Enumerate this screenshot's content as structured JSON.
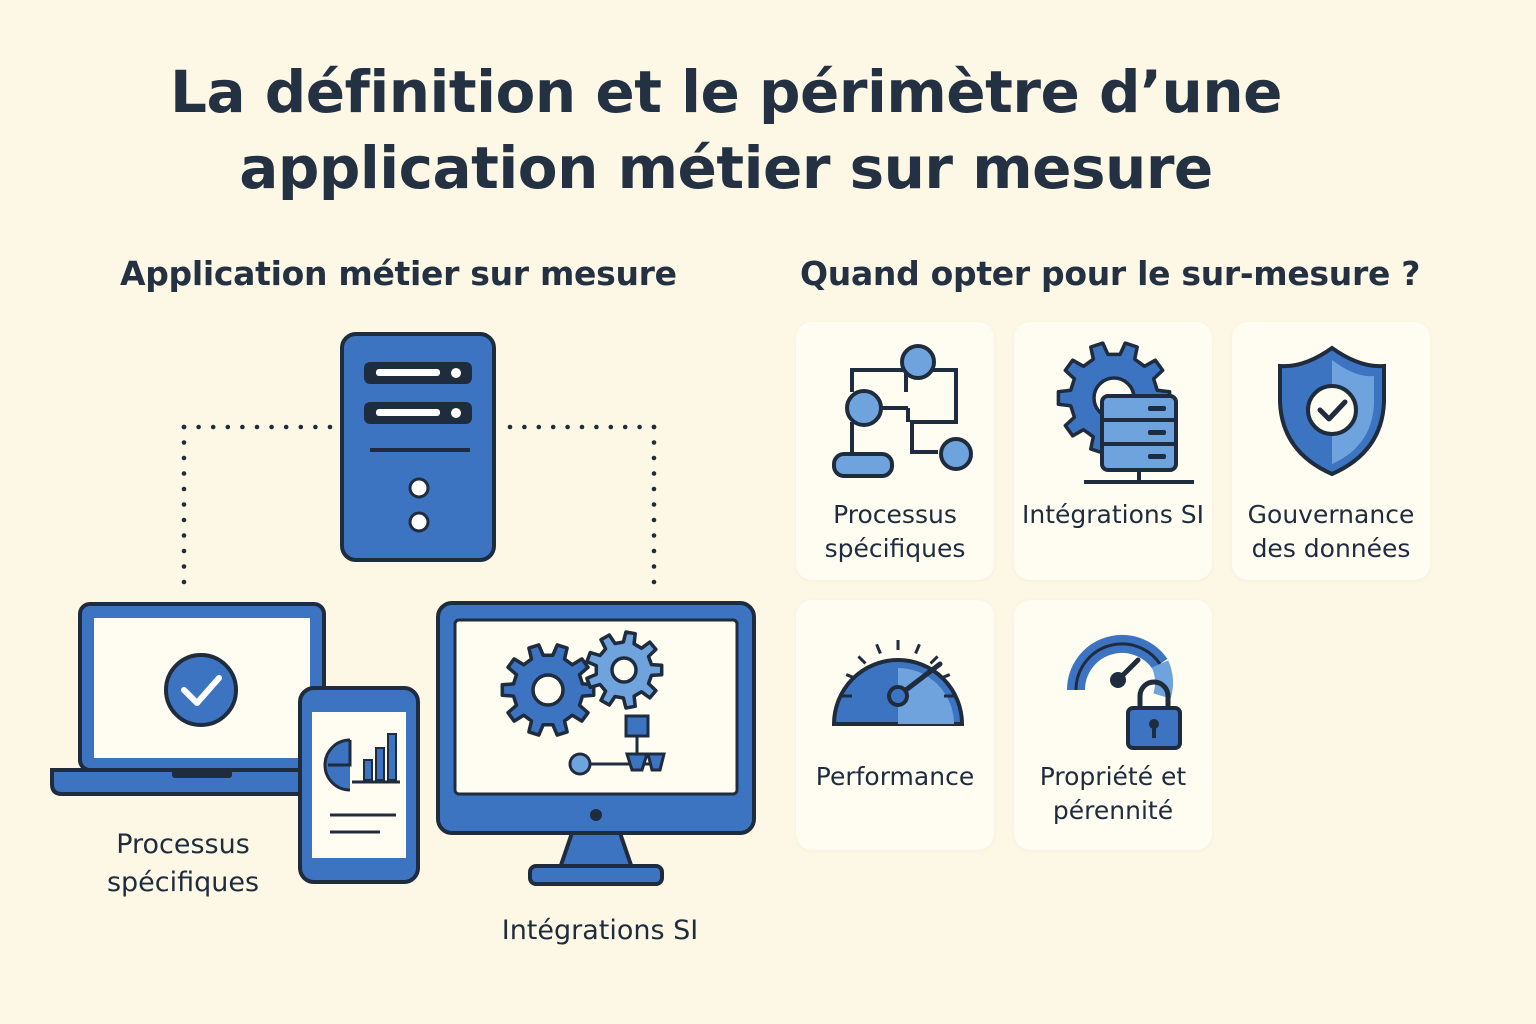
{
  "title": {
    "line1": "La définition et le périmètre d’une",
    "line2": "application métier sur mesure"
  },
  "left": {
    "heading": "Application métier sur mesure",
    "label_processus": "Processus spécifiques",
    "label_integrations": "Intégrations SI"
  },
  "right": {
    "heading": "Quand opter pour le sur-mesure ?",
    "cards": [
      {
        "label": "Processus spécifiques",
        "icon": "workflow-icon"
      },
      {
        "label": "Intégrations SI",
        "icon": "gear-server-icon"
      },
      {
        "label": "Gouvernance des données",
        "icon": "shield-check-icon"
      },
      {
        "label": "Performance",
        "icon": "speedometer-icon"
      },
      {
        "label": "Propriété et pérennité",
        "icon": "gauge-lock-icon"
      }
    ]
  },
  "colors": {
    "background": "#fdf7e6",
    "primary_blue": "#3d74c2",
    "light_blue": "#6fa3dd",
    "outline": "#1f2c3d",
    "card": "#fffcf2"
  }
}
